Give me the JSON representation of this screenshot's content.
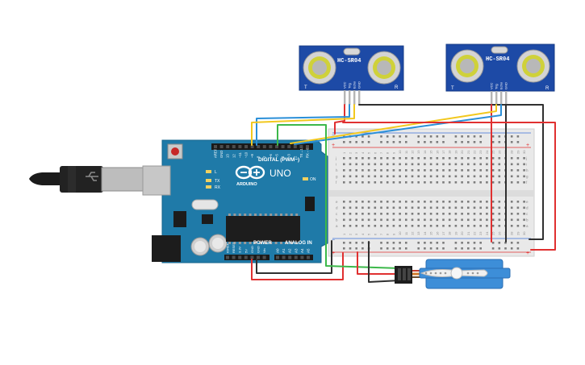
{
  "sensor_left": {
    "model": "HC-SR04",
    "t_mark": "T",
    "r_mark": "R",
    "pins": [
      "VCC",
      "Trig",
      "Echo",
      "GND"
    ]
  },
  "sensor_right": {
    "model": "HC-SR04",
    "t_mark": "T",
    "r_mark": "R",
    "pins": [
      "VCC",
      "Trig",
      "Echo",
      "GND"
    ]
  },
  "arduino": {
    "brand": "ARDUINO",
    "model": "UNO",
    "digital_label": "DIGITAL (PWM~)",
    "power_label": "POWER",
    "analog_label": "ANALOG IN",
    "on_label": "ON",
    "tx_label": "TX",
    "rx_label": "RX",
    "l_label": "L",
    "digital_pins": [
      "AREF",
      "GND",
      "13",
      "12",
      "~11",
      "~10",
      "~9",
      "8",
      "7",
      "~6",
      "~5",
      "4",
      "~3",
      "2",
      "TX→1",
      "RX←0"
    ],
    "power_pins": [
      "IOREF",
      "RESET",
      "3.3V",
      "5V",
      "GND",
      "GND",
      "Vin"
    ],
    "analog_pins": [
      "A0",
      "A1",
      "A2",
      "A3",
      "A4",
      "A5"
    ]
  },
  "breadboard": {
    "columns": [
      "1",
      "2",
      "3",
      "4",
      "5",
      "6",
      "7",
      "8",
      "9",
      "10",
      "11",
      "12",
      "13",
      "14",
      "15",
      "16",
      "17",
      "18",
      "19",
      "20",
      "21",
      "22",
      "23",
      "24",
      "25",
      "26",
      "27",
      "28",
      "29",
      "30"
    ],
    "rows_top": [
      "j",
      "i",
      "h",
      "g",
      "f"
    ],
    "rows_bottom": [
      "e",
      "d",
      "c",
      "b",
      "a"
    ],
    "plus": "+",
    "minus": "−"
  },
  "colors": {
    "wire_red": "#e03030",
    "wire_black": "#303030",
    "wire_yellow": "#f2c81e",
    "wire_blue": "#2a8fd8",
    "wire_green": "#3cb84a",
    "board_teal": "#1f7aa8",
    "sensor_blue": "#1d4aa6",
    "servo_blue": "#3d8ed8"
  }
}
